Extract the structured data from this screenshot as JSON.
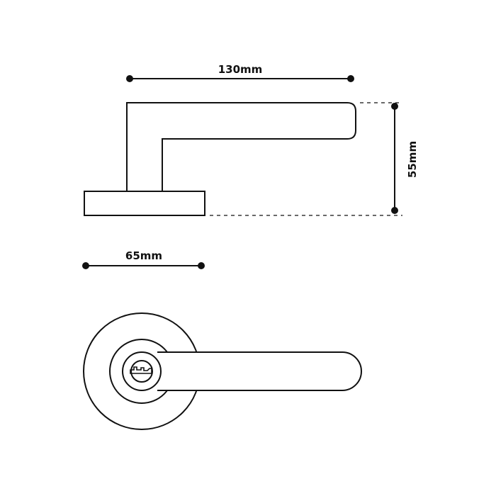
{
  "dimensions": {
    "length_label": "130mm",
    "height_label": "55mm",
    "rose_diameter_label": "65mm"
  },
  "colors": {
    "line": "#111111",
    "background": "#ffffff"
  }
}
